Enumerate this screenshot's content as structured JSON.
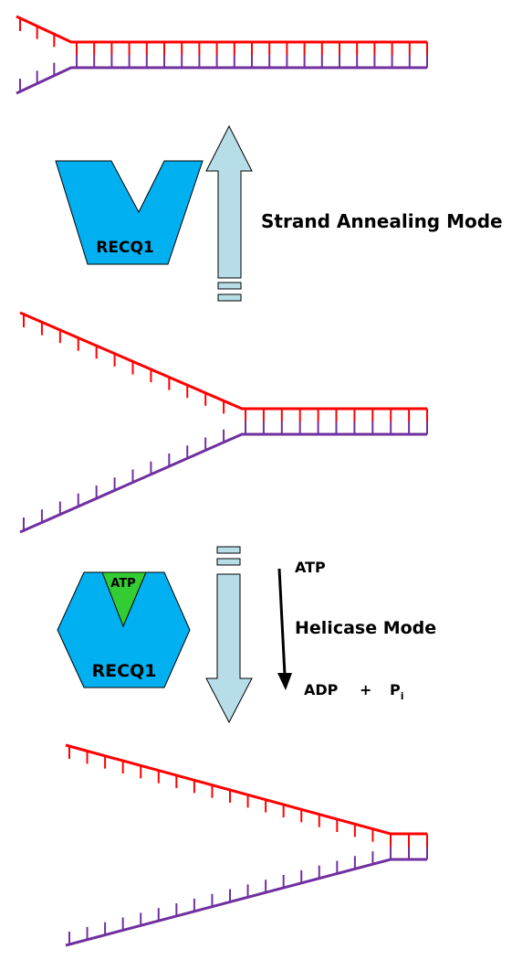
{
  "labels": {
    "strand_annealing_mode": "Strand Annealing Mode",
    "helicase_mode": "Helicase Mode",
    "atp": "ATP",
    "adp": "ADP",
    "plus": "+",
    "p": "P",
    "p_subscript": "i"
  },
  "enzymes": {
    "open_form": "RECQ1",
    "closed_form": "RECQ1",
    "bound_atp": "ATP"
  },
  "colors": {
    "red_strand": "#ff0000",
    "purple_strand": "#7030a0",
    "enzyme_fill": "#00b0f0",
    "atp_fill": "#33cc33",
    "arrow_fill": "#b7dee8"
  }
}
